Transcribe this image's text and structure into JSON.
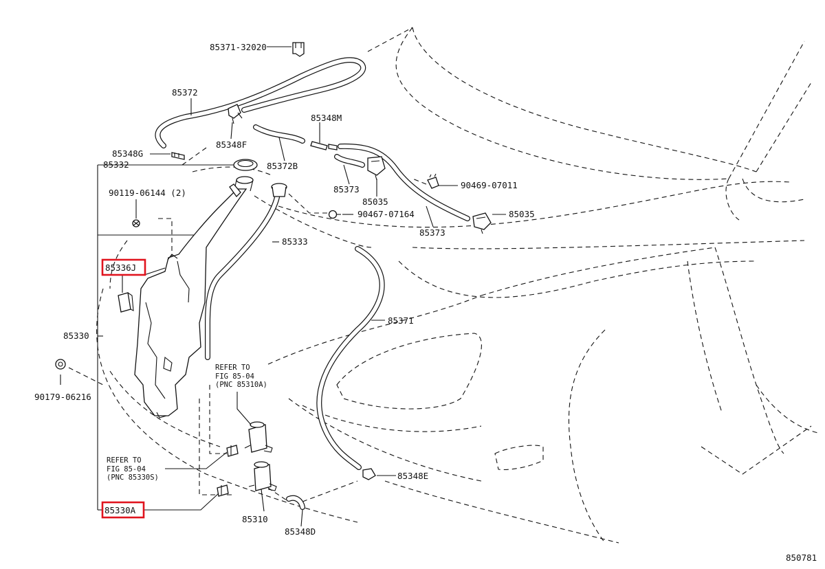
{
  "diagram": {
    "figure_number": "850781",
    "highlight_color": "#e0141e",
    "labels": {
      "p85371_32020": "85371-32020",
      "p85372": "85372",
      "p85348G": "85348G",
      "p85348F": "85348F",
      "p85348M": "85348M",
      "p85332": "85332",
      "p85372B": "85372B",
      "p85373_top": "85373",
      "p85035_top": "85035",
      "p90469_07011": "90469-07011",
      "p90119_06144": "90119-06144 (2)",
      "p90467_07164": "90467-07164",
      "p85035_right": "85035",
      "p85373_right": "85373",
      "p85333": "85333",
      "p85336J": "85336J",
      "p85371": "85371",
      "p85330": "85330",
      "p90179_06216": "90179-06216",
      "ref1_line1": "REFER TO",
      "ref1_line2": "FIG 85-04",
      "ref1_line3": "(PNC 85310A)",
      "ref2_line1": "REFER TO",
      "ref2_line2": "FIG 85-04",
      "ref2_line3": "(PNC 85330S)",
      "p85348E": "85348E",
      "p85330A": "85330A",
      "p85310": "85310",
      "p85348D": "85348D"
    }
  }
}
